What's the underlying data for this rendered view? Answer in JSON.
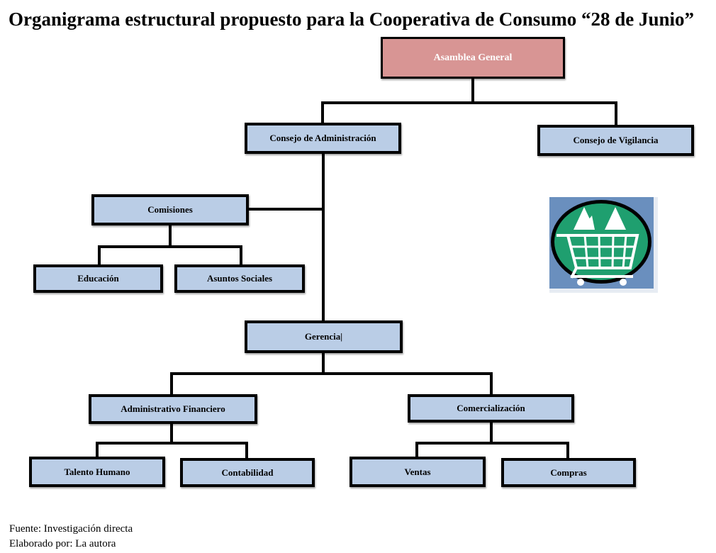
{
  "title": "Organigrama estructural propuesto para la Cooperativa de Consumo “28 de Junio”",
  "colors": {
    "top_box": "#d89594",
    "unit_box": "#bacde6",
    "logo_background": "#6a8fbe",
    "logo_circle": "#1f9f6f"
  },
  "nodes": {
    "asamblea": "Asamblea General",
    "consejo_admin": "Consejo de Administración",
    "consejo_vigilancia": "Consejo de Vigilancia",
    "comisiones": "Comisiones",
    "educacion": "Educación",
    "asuntos_sociales": "Asuntos Sociales",
    "gerencia": "Gerencia|",
    "admin_financiero": "Administrativo Financiero",
    "comercializacion": "Comercialización",
    "talento_humano": "Talento Humano",
    "contabilidad": "Contabilidad",
    "ventas": "Ventas",
    "compras": "Compras"
  },
  "logo": {
    "icon": "shopping-cart-logo"
  },
  "footer": {
    "source": "Fuente: Investigación directa",
    "author": "Elaborado por: La autora"
  }
}
